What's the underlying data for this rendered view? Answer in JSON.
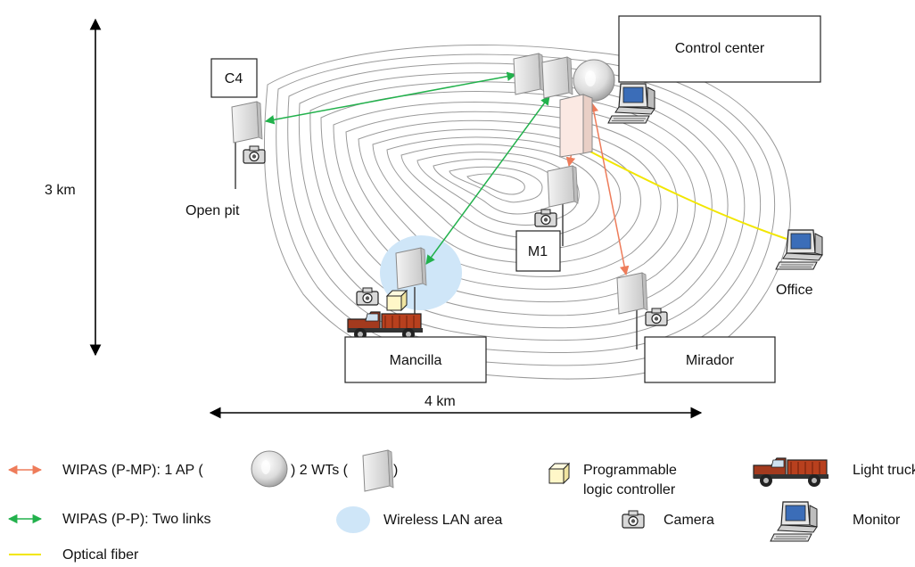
{
  "colors": {
    "wipas_pmp": "#ee7c5a",
    "wipas_pp": "#22b14c",
    "optical_fiber": "#f2e600",
    "wlan_area": "#cfe6f8"
  },
  "scale": {
    "vertical": "3 km",
    "horizontal": "4 km"
  },
  "sites": {
    "control_center": "Control center",
    "c4": "C4",
    "open_pit": "Open pit",
    "m1": "M1",
    "mancilla": "Mancilla",
    "mirador": "Mirador",
    "office": "Office"
  },
  "legend": {
    "wipas_pmp": {
      "prefix": "WIPAS (P-MP): 1 AP (",
      "middle": ") 2 WTs (",
      "suffix": ")"
    },
    "wipas_pp": "WIPAS (P-P): Two links",
    "optical_fiber": "Optical fiber",
    "wlan": "Wireless LAN area",
    "plc_line1": "Programmable",
    "plc_line2": "logic controller",
    "camera": "Camera",
    "light_truck": "Light truck",
    "monitor": "Monitor"
  },
  "icons": [
    "access-point-icon",
    "wireless-terminal-icon",
    "camera-icon",
    "monitor-icon",
    "light-truck-icon",
    "plc-icon",
    "server-rack-icon"
  ]
}
